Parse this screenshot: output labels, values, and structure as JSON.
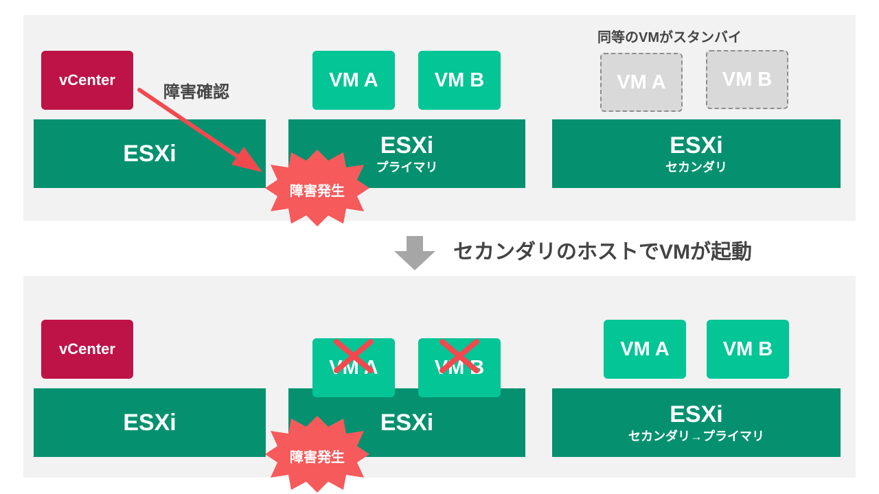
{
  "top": {
    "vcenter_label": "vCenter",
    "check_label": "障害確認",
    "esxi_left": "ESXi",
    "esxi_primary": {
      "title": "ESXi",
      "sub": "プライマリ"
    },
    "esxi_secondary": {
      "title": "ESXi",
      "sub": "セカンダリ"
    },
    "vm_a": "VM A",
    "vm_b": "VM B",
    "standby_note": "同等のVMがスタンバイ",
    "standby_vm_a": "VM A",
    "standby_vm_b": "VM B",
    "failure_label": "障害発生"
  },
  "transition_label": "セカンダリのホストでVMが起動",
  "bottom": {
    "vcenter_label": "vCenter",
    "esxi_left": "ESXi",
    "esxi_middle": "ESXi",
    "esxi_right": {
      "title": "ESXi",
      "sub": "セカンダリ→プライマリ"
    },
    "vm_a_failed": "VM A",
    "vm_b_failed": "VM B",
    "vm_a": "VM A",
    "vm_b": "VM B",
    "failure_label": "障害発生"
  },
  "colors": {
    "panel": "#f2f2f2",
    "host": "#05916f",
    "vm": "#03c596",
    "vcenter": "#be1347",
    "failure": "#f65a5b",
    "arrow_red": "#f2494f",
    "arrow_gray": "#a6a6a6"
  }
}
